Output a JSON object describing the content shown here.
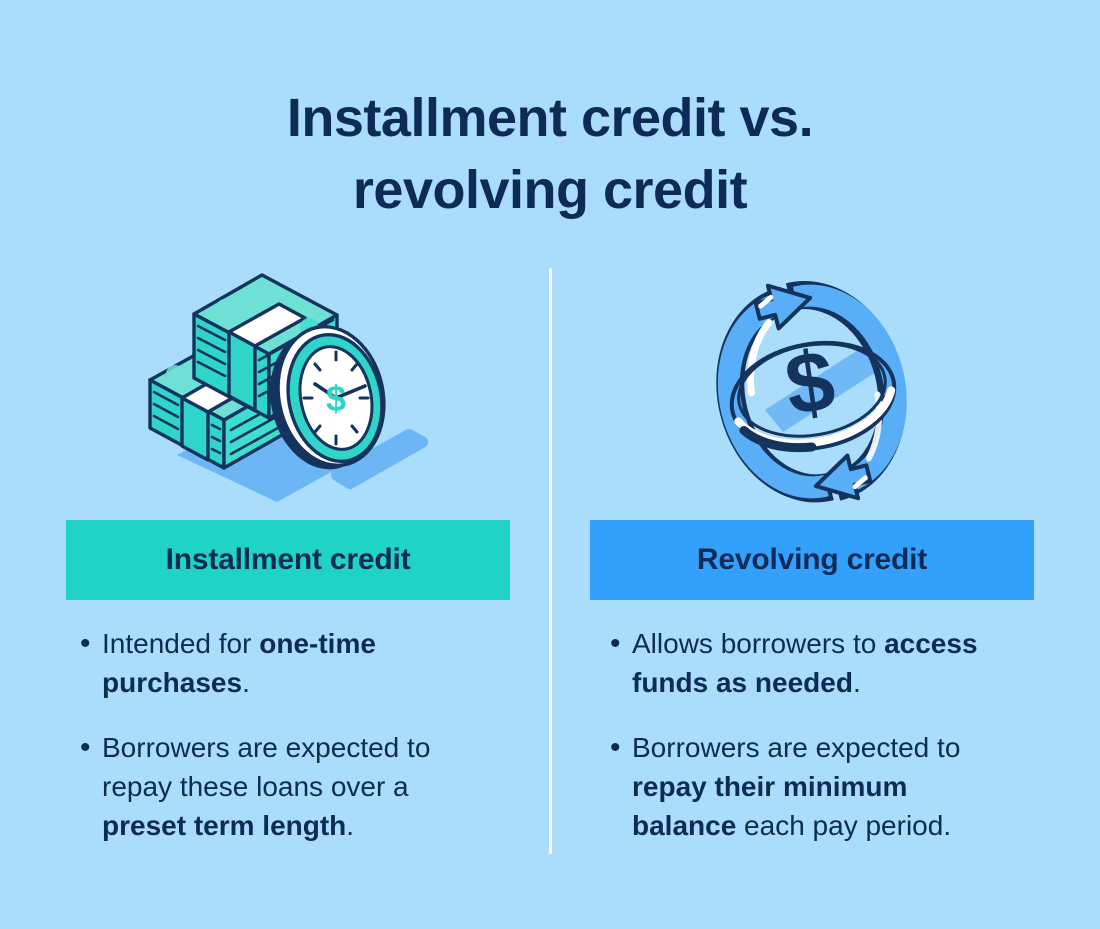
{
  "page": {
    "background_color": "#a9ddfb",
    "text_color": "#0d2b56"
  },
  "title": {
    "line1": "Installment credit vs.",
    "line2": "revolving credit",
    "full": "Installment credit vs. revolving credit"
  },
  "columns": [
    {
      "key": "installment",
      "header_label": "Installment credit",
      "header_color": "#1fd3c6",
      "icon_name": "money-stacks-with-clock-icon",
      "bullets": [
        {
          "lead": "Intended for ",
          "bold": "one-time purchases",
          "tail": ".",
          "full": "Intended for one-time purchases."
        },
        {
          "lead": "Borrowers are expected to repay these loans over a ",
          "bold": "preset term length",
          "tail": ".",
          "full": "Borrowers are expected to repay these loans over a preset term length."
        }
      ]
    },
    {
      "key": "revolving",
      "header_label": "Revolving credit",
      "header_color": "#33a1fb",
      "icon_name": "revolving-arrows-dollar-coin-icon",
      "bullets": [
        {
          "lead": "Allows borrowers to ",
          "bold": "access funds as needed",
          "tail": ".",
          "full": "Allows borrowers to access funds as needed."
        },
        {
          "lead": "Borrowers are expected to ",
          "bold": "repay their minimum balance",
          "tail": " each pay period.",
          "full": "Borrowers are expected to repay their minimum balance each pay period."
        }
      ]
    }
  ],
  "bullet_marker": "•",
  "colors": {
    "teal": "#1fd3c6",
    "teal_light": "#6fe0d4",
    "blue": "#33a1fb",
    "blue_mid": "#6cb6f5",
    "navy": "#14335e",
    "white": "#ffffff"
  }
}
